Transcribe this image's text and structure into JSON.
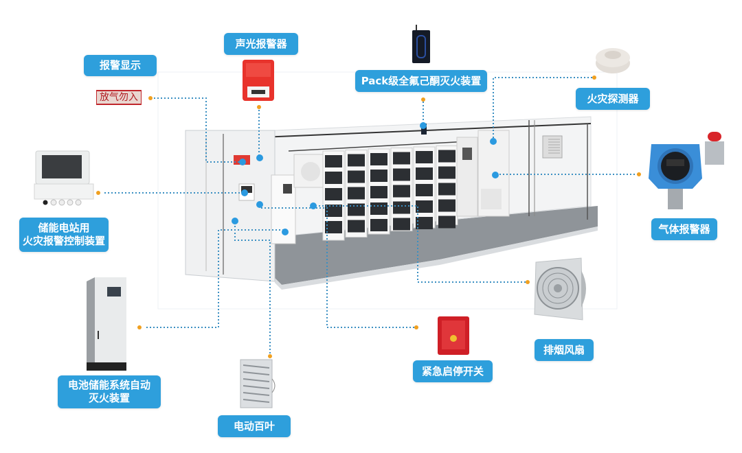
{
  "title": "储能电站消防系统示意图",
  "colors": {
    "label_bg": "#2e9fdc",
    "label_text": "#ffffff",
    "connector": "#3a8fc2",
    "endpoint": "#f0a020",
    "node": "#2b9ae0"
  },
  "components": [
    {
      "id": "alarm-display",
      "label": "报警显示",
      "sign_text": "放气勿入",
      "icon": "alarm-display-sign-icon"
    },
    {
      "id": "sound-light-alarm",
      "label": "声光报警器",
      "icon": "sound-light-alarm-icon"
    },
    {
      "id": "pack-fire-suppression",
      "label": "Pack级全氟己酮灭火装置",
      "icon": "pack-extinguisher-icon"
    },
    {
      "id": "fire-detector",
      "label": "火灾探测器",
      "icon": "smoke-detector-icon"
    },
    {
      "id": "fire-alarm-controller",
      "label_lines": [
        "储能电站用",
        "火灾报警控制装置"
      ],
      "icon": "fire-alarm-controller-icon"
    },
    {
      "id": "gas-alarm",
      "label": "气体报警器",
      "icon": "gas-detector-icon"
    },
    {
      "id": "auto-fire-suppression",
      "label_lines": [
        "电池储能系统自动",
        "灭火装置"
      ],
      "icon": "fire-suppression-cabinet-icon"
    },
    {
      "id": "electric-louver",
      "label": "电动百叶",
      "icon": "louver-icon"
    },
    {
      "id": "emergency-switch",
      "label": "紧急启停开关",
      "icon": "emergency-stop-switch-icon"
    },
    {
      "id": "smoke-exhaust-fan",
      "label": "排烟风扇",
      "icon": "exhaust-fan-icon"
    }
  ],
  "center_image": {
    "icon": "energy-storage-container-icon"
  }
}
